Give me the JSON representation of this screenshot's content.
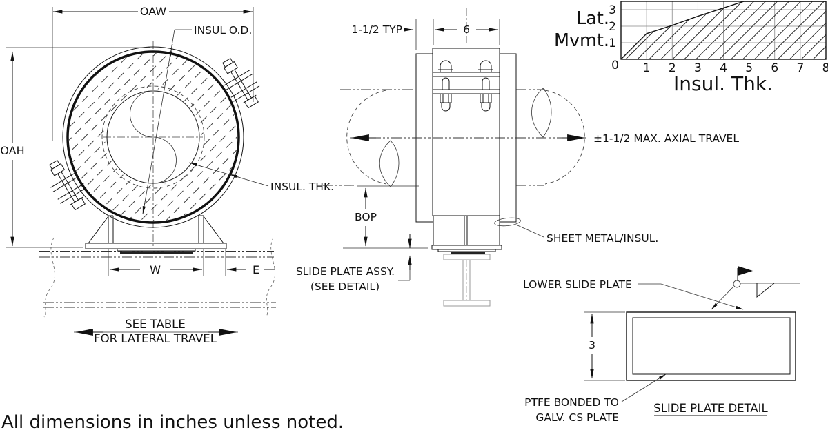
{
  "front_view": {
    "dim_oaw": "OAW",
    "dim_oah": "OAH",
    "dim_w": "W",
    "dim_e": "E",
    "label_insul_od": "INSUL O.D.",
    "label_insul_thk": "INSUL. THK.",
    "see_table_line1": "SEE TABLE",
    "see_table_line2": "FOR LATERAL TRAVEL"
  },
  "side_view": {
    "dim_typ": "1-1/2 TYP",
    "dim_clamp_width": "6",
    "dim_bop": "BOP",
    "label_axial_travel": "±1-1/2 MAX. AXIAL TRAVEL",
    "label_sheet_metal": "SHEET METAL/INSUL.",
    "label_slide_assy_line1": "SLIDE PLATE ASSY.",
    "label_slide_assy_line2": "(SEE DETAIL)"
  },
  "chart": {
    "ylabel_line1": "Lat.",
    "ylabel_line2": "Mvmt.",
    "xlabel": "Insul. Thk."
  },
  "chart_data": {
    "type": "area",
    "title": "",
    "xlabel": "Insul. Thk.",
    "ylabel": "Lat. Mvmt.",
    "x": [
      0,
      1,
      2,
      3,
      4,
      4.8,
      8
    ],
    "y": [
      0,
      1.55,
      2.05,
      2.6,
      3.1,
      3.5,
      3.5
    ],
    "xlim": [
      0,
      8
    ],
    "ylim": [
      0,
      3.5
    ],
    "x_ticks": [
      0,
      1,
      2,
      3,
      4,
      5,
      6,
      7,
      8
    ],
    "y_ticks": [
      0,
      1,
      2,
      3
    ],
    "grid": true,
    "legend": "none",
    "fill_style": "diagonal hatch under curve"
  },
  "detail": {
    "title": "SLIDE PLATE DETAIL",
    "dim_thickness": "3",
    "label_lower_plate": "LOWER SLIDE PLATE",
    "label_ptfe_line1": "PTFE BONDED TO",
    "label_ptfe_line2": "GALV. CS PLATE"
  },
  "note": "All dimensions in inches unless noted."
}
